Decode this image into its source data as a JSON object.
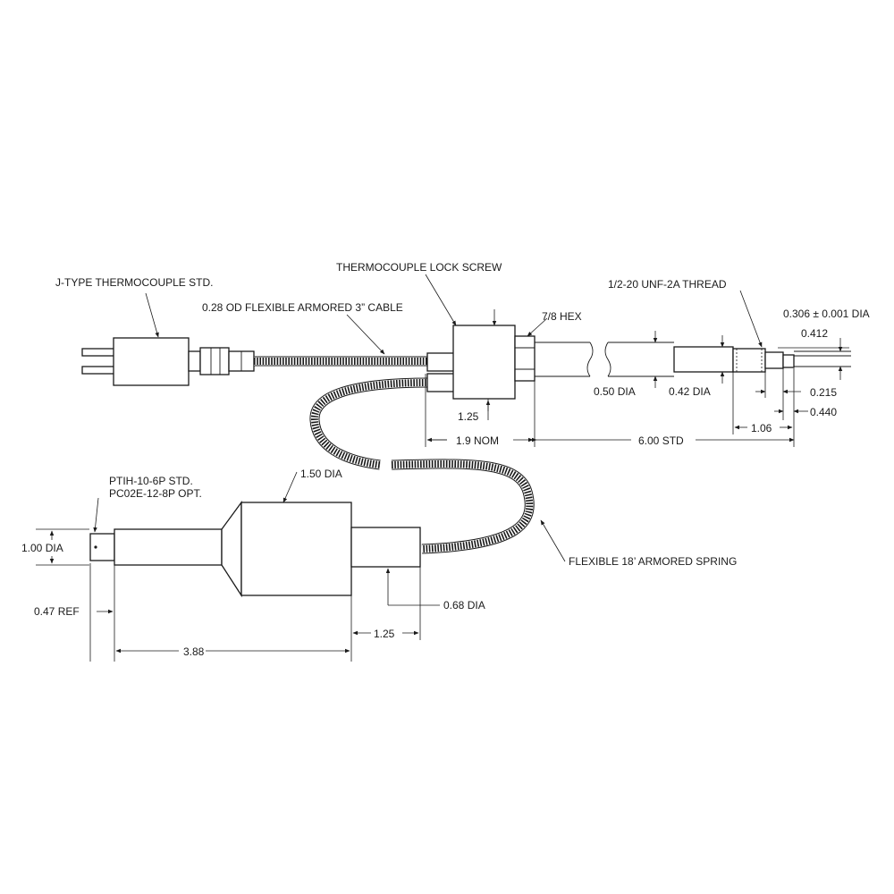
{
  "labels": {
    "j_type": "J-TYPE THERMOCOUPLE STD.",
    "armored_cable": "0.28 OD FLEXIBLE ARMORED 3” CABLE",
    "lock_screw": "THERMOCOUPLE LOCK SCREW",
    "hex": "7/8 HEX",
    "thread": "1/2-20 UNF-2A THREAD",
    "tip_dia": "0.306 ± 0.001 DIA",
    "dim_412": "0.412",
    "dim_050": "0.50 DIA",
    "dim_042": "0.42 DIA",
    "dim_0215": "0.215",
    "dim_0440": "0.440",
    "dim_106": "1.06",
    "dim_125_top": "1.25",
    "dim_19": "1.9 NOM",
    "dim_600": "6.00 STD",
    "connector_std": "PTIH-10-6P STD.",
    "connector_opt": "PC02E-12-8P OPT.",
    "dim_150": "1.50 DIA",
    "dim_100": "1.00 DIA",
    "dim_047": "0.47 REF",
    "dim_388": "3.88",
    "dim_125_bottom": "1.25",
    "dim_068": "0.68 DIA",
    "spring": "FLEXIBLE 18’ ARMORED SPRING"
  }
}
